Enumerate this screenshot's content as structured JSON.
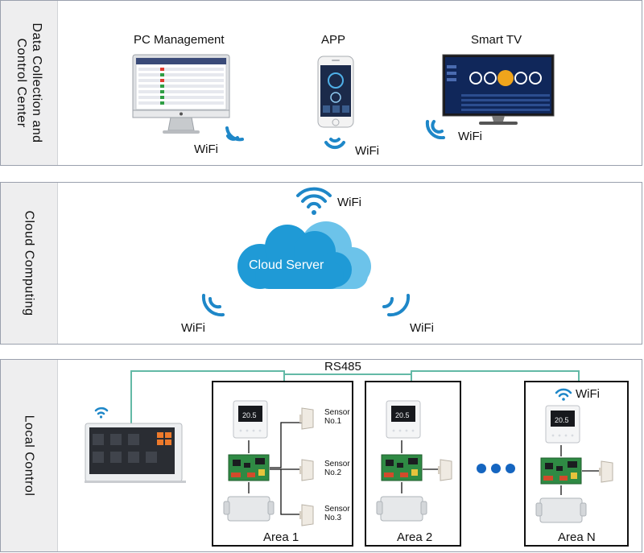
{
  "sections": {
    "top": {
      "title": "Data Collection and Control Center"
    },
    "middle": {
      "title": "Cloud  Computing"
    },
    "bottom": {
      "title": "Local Control"
    }
  },
  "devices": {
    "pc": {
      "label": "PC Management",
      "wifi": "WiFi"
    },
    "app": {
      "label": "APP",
      "wifi": "WiFi"
    },
    "tv": {
      "label": "Smart TV",
      "wifi": "WiFi"
    }
  },
  "cloud": {
    "label": "Cloud Server",
    "wifi_top": "WiFi",
    "wifi_left": "WiFi",
    "wifi_right": "WiFi",
    "color": "#1f9ad6",
    "back_color": "#6cc3ea"
  },
  "local": {
    "bus_label": "RS485",
    "bus_color": "#63b9a6",
    "panel_wifi": "WiFi",
    "thermostat_reading": "20.5",
    "areas": [
      {
        "name": "Area 1"
      },
      {
        "name": "Area 2"
      },
      {
        "name": "Area N",
        "wifi": "WiFi"
      }
    ],
    "sensors": [
      {
        "line1": "Sensor",
        "line2": "No.1"
      },
      {
        "line1": "Sensor",
        "line2": "No.2"
      },
      {
        "line1": "Sensor",
        "line2": "No.3"
      }
    ],
    "ellipsis_color": "#1565c0"
  },
  "icons": {
    "wifi": "wifi-signal-icon"
  }
}
